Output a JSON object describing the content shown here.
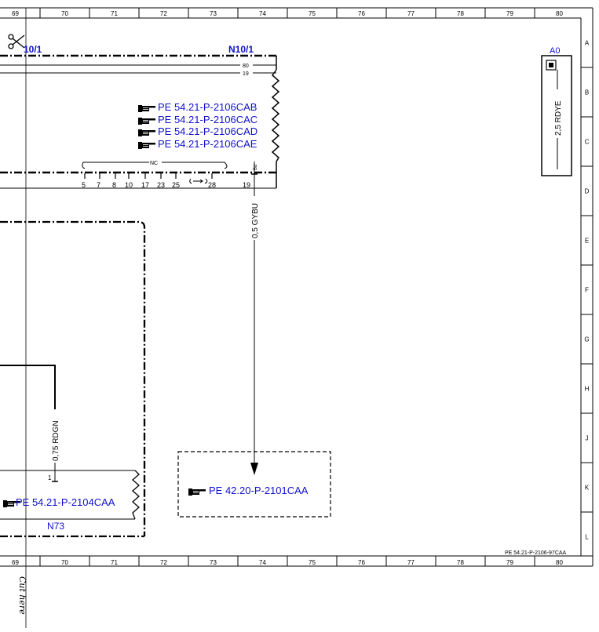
{
  "diagram": {
    "grid_columns": [
      "69",
      "70",
      "71",
      "72",
      "73",
      "74",
      "75",
      "76",
      "77",
      "78",
      "79",
      "80"
    ],
    "grid_rows": [
      "A",
      "B",
      "C",
      "D",
      "E",
      "F",
      "G",
      "H",
      "J",
      "K",
      "L"
    ],
    "connectors": {
      "n10_1_left": "10/1",
      "n10_1_title": "N10/1",
      "a0": "A0",
      "n73": "N73"
    },
    "pins_top": {
      "p80": "80",
      "p19": "19"
    },
    "nc_label": "NC",
    "bottom_pins": [
      "5",
      "7",
      "8",
      "10",
      "17",
      "23",
      "25",
      "28"
    ],
    "pin19": "19",
    "pin1": "1",
    "bolt_label": "Bd",
    "wires": {
      "gybu": "0,5 GYBU",
      "rdgn": "0,75 RDGN",
      "rdye": "2,5 RDYE"
    },
    "references": [
      "PE 54.21-P-2106CAB",
      "PE 54.21-P-2106CAC",
      "PE 54.21-P-2106CAD",
      "PE 54.21-P-2106CAE"
    ],
    "ref_n73": "PE 54.21-P-2104CAA",
    "ref_box": "PE 42.20-P-2101CAA",
    "page_ref": "PE 54.21-P-2106-97CAA",
    "cut_here": "Cut here",
    "colors": {
      "reference_blue": "#1010d0",
      "line": "#000000"
    }
  }
}
